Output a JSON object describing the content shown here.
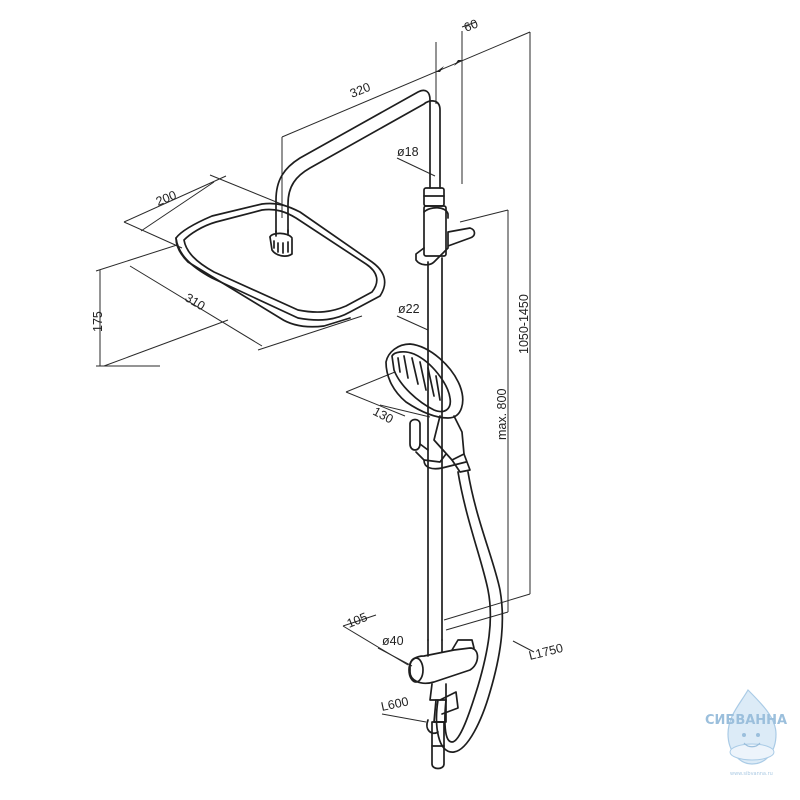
{
  "dimensions": {
    "arm_length": "320",
    "wall_offset": "60",
    "head_depth": "200",
    "head_width": "310",
    "head_height": "175",
    "upper_tube_diameter": "ø18",
    "lower_tube_diameter": "ø22",
    "overall_height": "1050-1450",
    "handset_slide": "max. 800",
    "handset_size": "130",
    "mixer_projection": "105",
    "mixer_diameter": "ø40",
    "hose_length": "L1750",
    "rail_length": "L600"
  },
  "watermark": {
    "brand": "СИБВАННА",
    "url": "www.sibvanna.ru"
  }
}
